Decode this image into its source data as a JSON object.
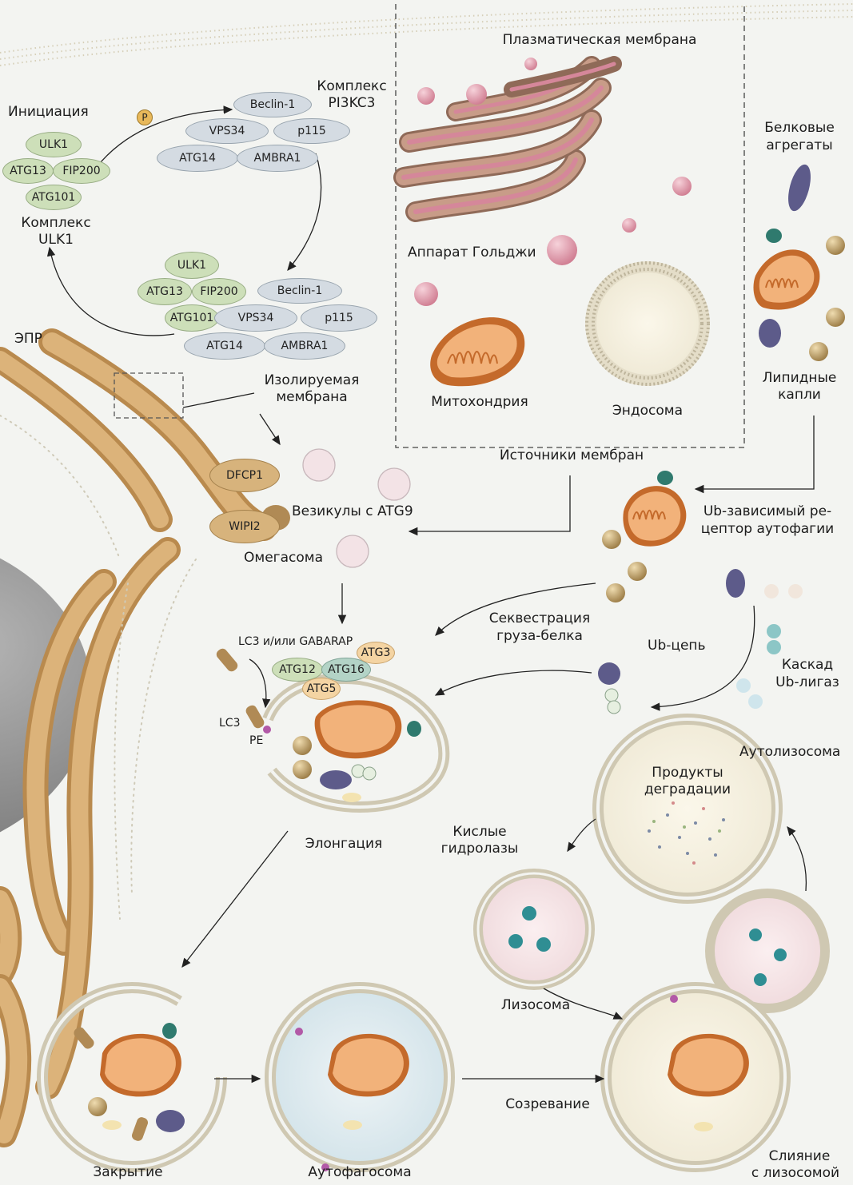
{
  "labels": {
    "plasma_membrane": "Плазматическая мембрана",
    "initiation": "Инициация",
    "pi3kc3_complex": [
      "Комплекс",
      "PI3KC3"
    ],
    "ulk1_complex": [
      "Комплекс",
      "ULK1"
    ],
    "protein_aggregates": [
      "Белковые",
      "агрегаты"
    ],
    "golgi": "Аппарат Гольджи",
    "mitochondrion": "Митохондрия",
    "endosome": "Эндосома",
    "lipid_droplets": [
      "Липидные",
      "капли"
    ],
    "er": "ЭПР",
    "isolation_membrane": [
      "Изолируемая",
      "мембрана"
    ],
    "membrane_sources": "Источники мембран",
    "atg9_vesicles": "Везикулы с ATG9",
    "omegasome": "Омегасома",
    "ub_receptor": [
      "Ub-зависимый ре-",
      "цептор аутофагии"
    ],
    "sequestration": [
      "Секвестрация",
      "груза-белка"
    ],
    "ub_chain": "Ub-цепь",
    "ub_ligase_cascade": [
      "Каскад",
      "Ub-лигаз"
    ],
    "lc3_gabarap": "LC3 и/или GABARAP",
    "lc3": "LC3",
    "pe": "PE",
    "elongation": "Элонгация",
    "autolysosome": "Аутолизосома",
    "degradation_products": [
      "Продукты",
      "деградации"
    ],
    "acid_hydrolases": [
      "Кислые",
      "гидролазы"
    ],
    "lysosome": "Лизосома",
    "closure": "Закрытие",
    "autophagosome": "Аутофагосома",
    "maturation": "Созревание",
    "fusion": [
      "Слияние",
      "с лизосомой"
    ]
  },
  "proteins": {
    "ulk1": "ULK1",
    "atg13": "ATG13",
    "fip200": "FIP200",
    "atg101": "ATG101",
    "beclin1": "Beclin-1",
    "vps34": "VPS34",
    "p115": "p115",
    "atg14": "ATG14",
    "ambra1": "AMBRA1",
    "dfcp1": "DFCP1",
    "wipi2": "WIPI2",
    "atg12": "ATG12",
    "atg16": "ATG16",
    "atg3": "ATG3",
    "atg5": "ATG5",
    "phospho": "P"
  },
  "colors": {
    "background": "#f3f4f1",
    "membrane_dots": "#c9c3ae",
    "er": "#c79a5f",
    "nucleus": "#8d8d8d",
    "ulk_complex": "#cddfb9",
    "pi3kc3_complex": "#d4dbe2",
    "golgi": "#b08a78",
    "golgi_lumen": "#d5879a",
    "mitochondrion": "#d97f3d",
    "lipid_droplet": "#9a7a43",
    "vesicle_pink": "#e3a8b5",
    "hydrolase": "#2f8e93",
    "aggregate": "#5d5b8a",
    "pe": "#b259a7"
  }
}
